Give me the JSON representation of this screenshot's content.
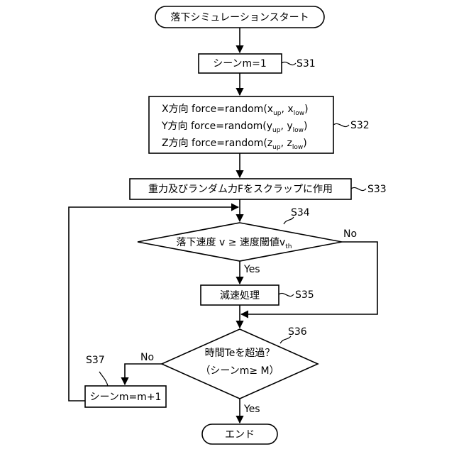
{
  "terminals": {
    "start": "落下シミュレーションスタート",
    "end": "エンド"
  },
  "steps": {
    "s31": {
      "id": "S31",
      "text": "シーンm=1"
    },
    "s32": {
      "id": "S32",
      "lines": [
        {
          "prefix": "X方向 force=random(x",
          "sub1": "up",
          "mid": ", x",
          "sub2": "low",
          "suffix": ")"
        },
        {
          "prefix": "Y方向 force=random(y",
          "sub1": "up",
          "mid": ", y",
          "sub2": "low",
          "suffix": ")"
        },
        {
          "prefix": "Z方向 force=random(z",
          "sub1": "up",
          "mid": ", z",
          "sub2": "low",
          "suffix": ")"
        }
      ]
    },
    "s33": {
      "id": "S33",
      "text": "重力及びランダム力Fをスクラップに作用"
    },
    "s34": {
      "id": "S34",
      "text_main": "落下速度 v ≥ 速度閾値v",
      "text_sub": "th"
    },
    "s35": {
      "id": "S35",
      "text": "減速処理"
    },
    "s36": {
      "id": "S36",
      "line1": "時間Teを超過？",
      "line2": "（シーンm≥ M）"
    },
    "s37": {
      "id": "S37",
      "text": "シーンm=m+1"
    }
  },
  "branches": {
    "s34_yes": "Yes",
    "s34_no": "No",
    "s36_yes": "Yes",
    "s36_no": "No"
  }
}
